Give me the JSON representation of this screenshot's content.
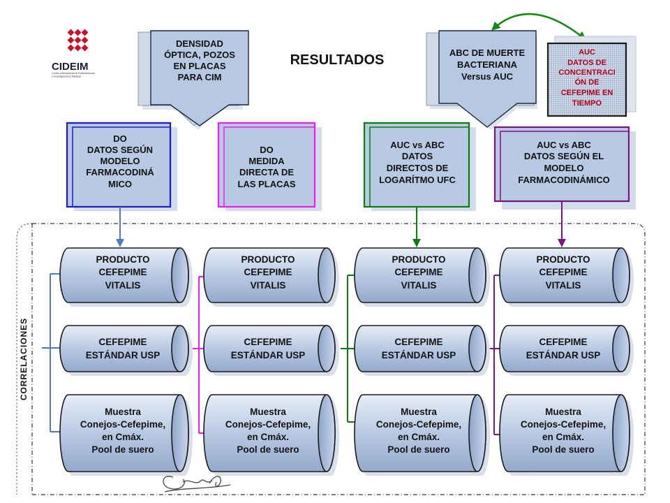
{
  "logo": {
    "name": "CIDEIM",
    "subtitle_lines": [
      "Centro Internacional de Entrenamiento",
      "e Investigaciones Médicas"
    ]
  },
  "title": "RESULTADOS",
  "sidebar_label": "CORRELACIONES",
  "top_left_arrow": {
    "lines": [
      "DENSIDAD",
      "ÓPTICA, POZOS",
      "EN PLACAS",
      "PARA CIM"
    ]
  },
  "top_right_arrow": {
    "lines": [
      "ABC DE MUERTE",
      "BACTERIANA",
      "Versus AUC"
    ]
  },
  "auc_box": {
    "lines": [
      "AUC",
      "DATOS DE",
      "CONCENTRACI",
      "ÓN DE",
      "CEFEPIME EN",
      "TIEMPO"
    ]
  },
  "columns": [
    {
      "header": [
        "DO",
        "DATOS SEGÚN",
        "MODELO",
        "FARMACODINÁ",
        "MICO"
      ],
      "color": "#1a1ad6"
    },
    {
      "header": [
        "DO",
        "MEDIDA",
        "DIRECTA DE",
        "LAS PLACAS"
      ],
      "color": "#f01cf0"
    },
    {
      "header": [
        "AUC vs ABC",
        "DATOS",
        "DIRECTOS DE",
        "LOGARÍTMO UFC"
      ],
      "color": "#0b7d0b"
    },
    {
      "header": [
        "AUC vs ABC",
        "DATOS SEGÚN EL",
        "MODELO",
        "FARMACODINÁMICO"
      ],
      "color": "#7a1480"
    }
  ],
  "cylinders": [
    [
      "PRODUCTO",
      "CEFEPIME",
      "VITALIS"
    ],
    [
      "CEFEPIME",
      "ESTÁNDAR USP"
    ],
    [
      "Muestra",
      "Conejos-Cefepime,",
      "en Cmáx.",
      "Pool de suero"
    ]
  ],
  "colors": {
    "box_fill": "#b8c9e4",
    "box_shadow": "#d3dcea",
    "arrow_fill": "#b7c8e2",
    "auc_text": "#b3001b",
    "auc_border": "#2a2a2a",
    "curve_arrow": "#108a10",
    "column1_connector": "#4e79c4"
  }
}
